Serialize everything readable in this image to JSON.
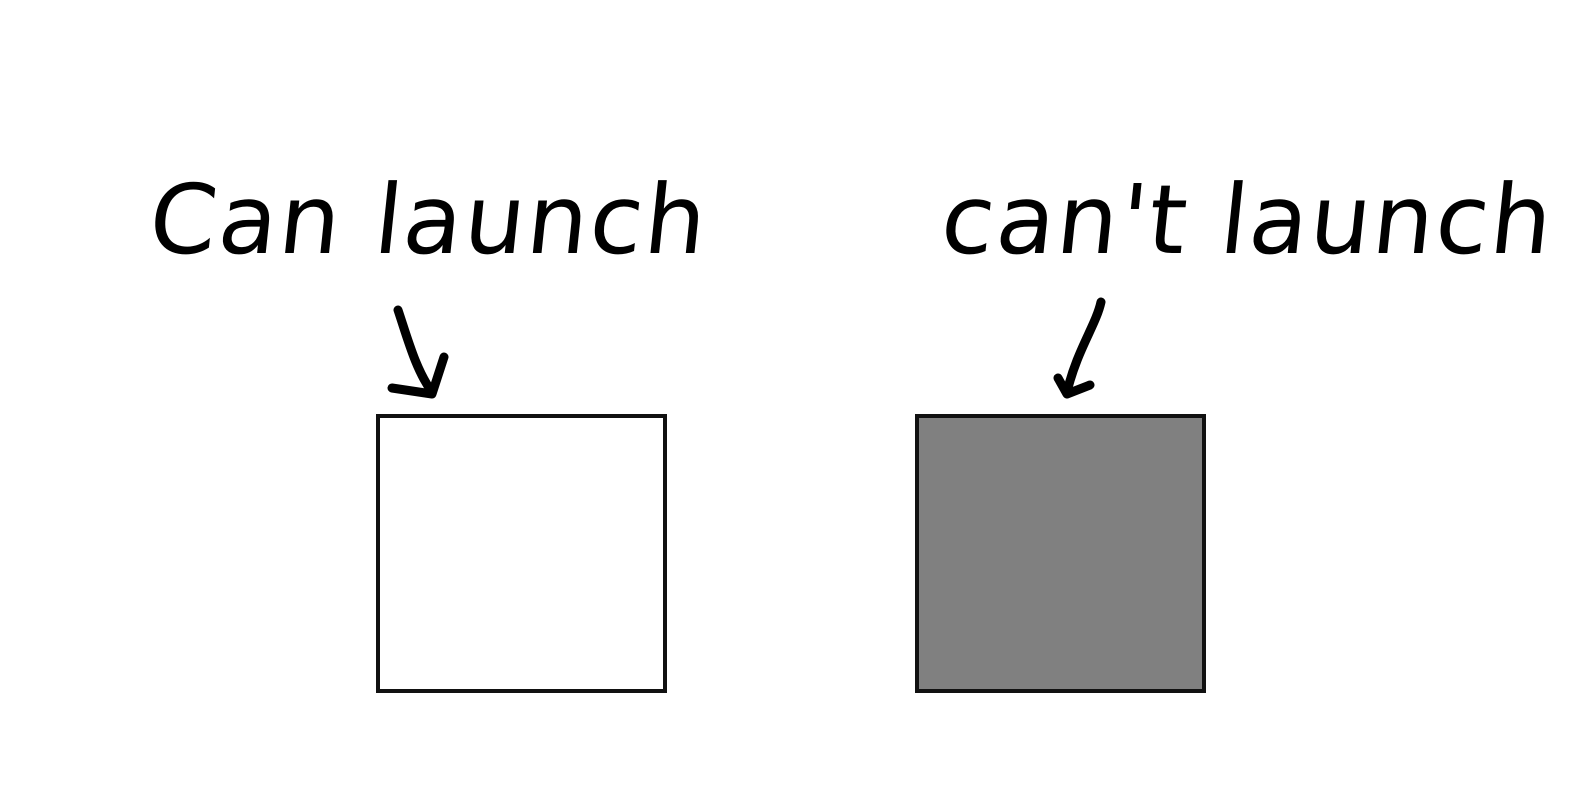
{
  "labels": {
    "left": "Can launch",
    "right": "can't launch"
  },
  "squares": {
    "left": {
      "state": "can-launch",
      "fill": "#ffffff",
      "border": "#111111"
    },
    "right": {
      "state": "cant-launch",
      "fill": "#808080",
      "border": "#111111"
    }
  },
  "colors": {
    "background": "#ffffff",
    "ink": "#000000",
    "disabled_fill": "#808080"
  }
}
